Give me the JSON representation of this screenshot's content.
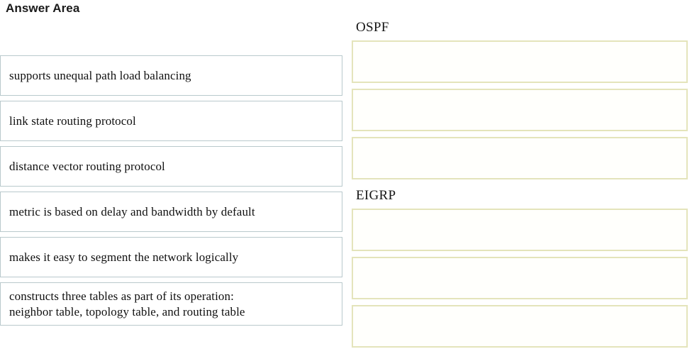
{
  "page": {
    "title": "Answer Area"
  },
  "source_items": [
    {
      "text": "supports unequal path load balancing",
      "lines": 1
    },
    {
      "text": "link state routing protocol",
      "lines": 1
    },
    {
      "text": "distance vector routing protocol",
      "lines": 1
    },
    {
      "text": "metric is based on delay and bandwidth by default",
      "lines": 1
    },
    {
      "text": "makes it easy to segment the network logically",
      "lines": 1
    },
    {
      "text": "constructs three tables as part of its operation:\nneighbor table, topology table, and routing table",
      "lines": 2
    }
  ],
  "target_groups": [
    {
      "label": "OSPF",
      "slots": [
        {
          "value": ""
        },
        {
          "value": ""
        },
        {
          "value": ""
        }
      ]
    },
    {
      "label": "EIGRP",
      "slots": [
        {
          "value": ""
        },
        {
          "value": ""
        },
        {
          "value": ""
        }
      ]
    }
  ],
  "colors": {
    "source_border": "#b9c9cc",
    "target_border": "#e4e4bb",
    "target_fill": "#fffffc",
    "text": "#101010",
    "title": "#1a1a1a"
  }
}
